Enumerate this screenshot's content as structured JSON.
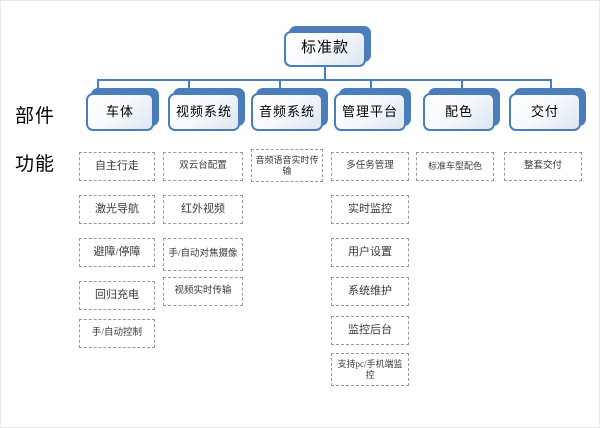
{
  "diagram": {
    "type": "organization-tree",
    "root": {
      "label": "标准款"
    },
    "row_labels": {
      "components": "部件",
      "functions": "功能"
    },
    "colors": {
      "node_border": "#4a7ebb",
      "node_shadow": "#4a7ebb",
      "node_fill_light": "#ffffff",
      "node_fill_dark": "#dce6f2",
      "connector": "#4a7ebb",
      "function_border": "#9a9a9a",
      "function_text": "#3a3a3a",
      "background": "#ffffff"
    },
    "columns": [
      {
        "component": "车体",
        "functions": [
          "自主行走",
          "激光导航",
          "避障/停障",
          "回归充电",
          "手/自动控制"
        ]
      },
      {
        "component": "视频系统",
        "functions": [
          "双云台配置",
          "红外视频",
          "手/自动对焦摄像",
          "视频实时传输"
        ]
      },
      {
        "component": "音频系统",
        "functions": [
          "音频语音实时传输"
        ]
      },
      {
        "component": "管理平台",
        "functions": [
          "多任务管理",
          "实时监控",
          "用户设置",
          "系统维护",
          "监控后台",
          "支持pc/手机端监控"
        ]
      },
      {
        "component": "配色",
        "functions": [
          "标准车型配色"
        ]
      },
      {
        "component": "交付",
        "functions": [
          "整套交付"
        ]
      }
    ]
  }
}
